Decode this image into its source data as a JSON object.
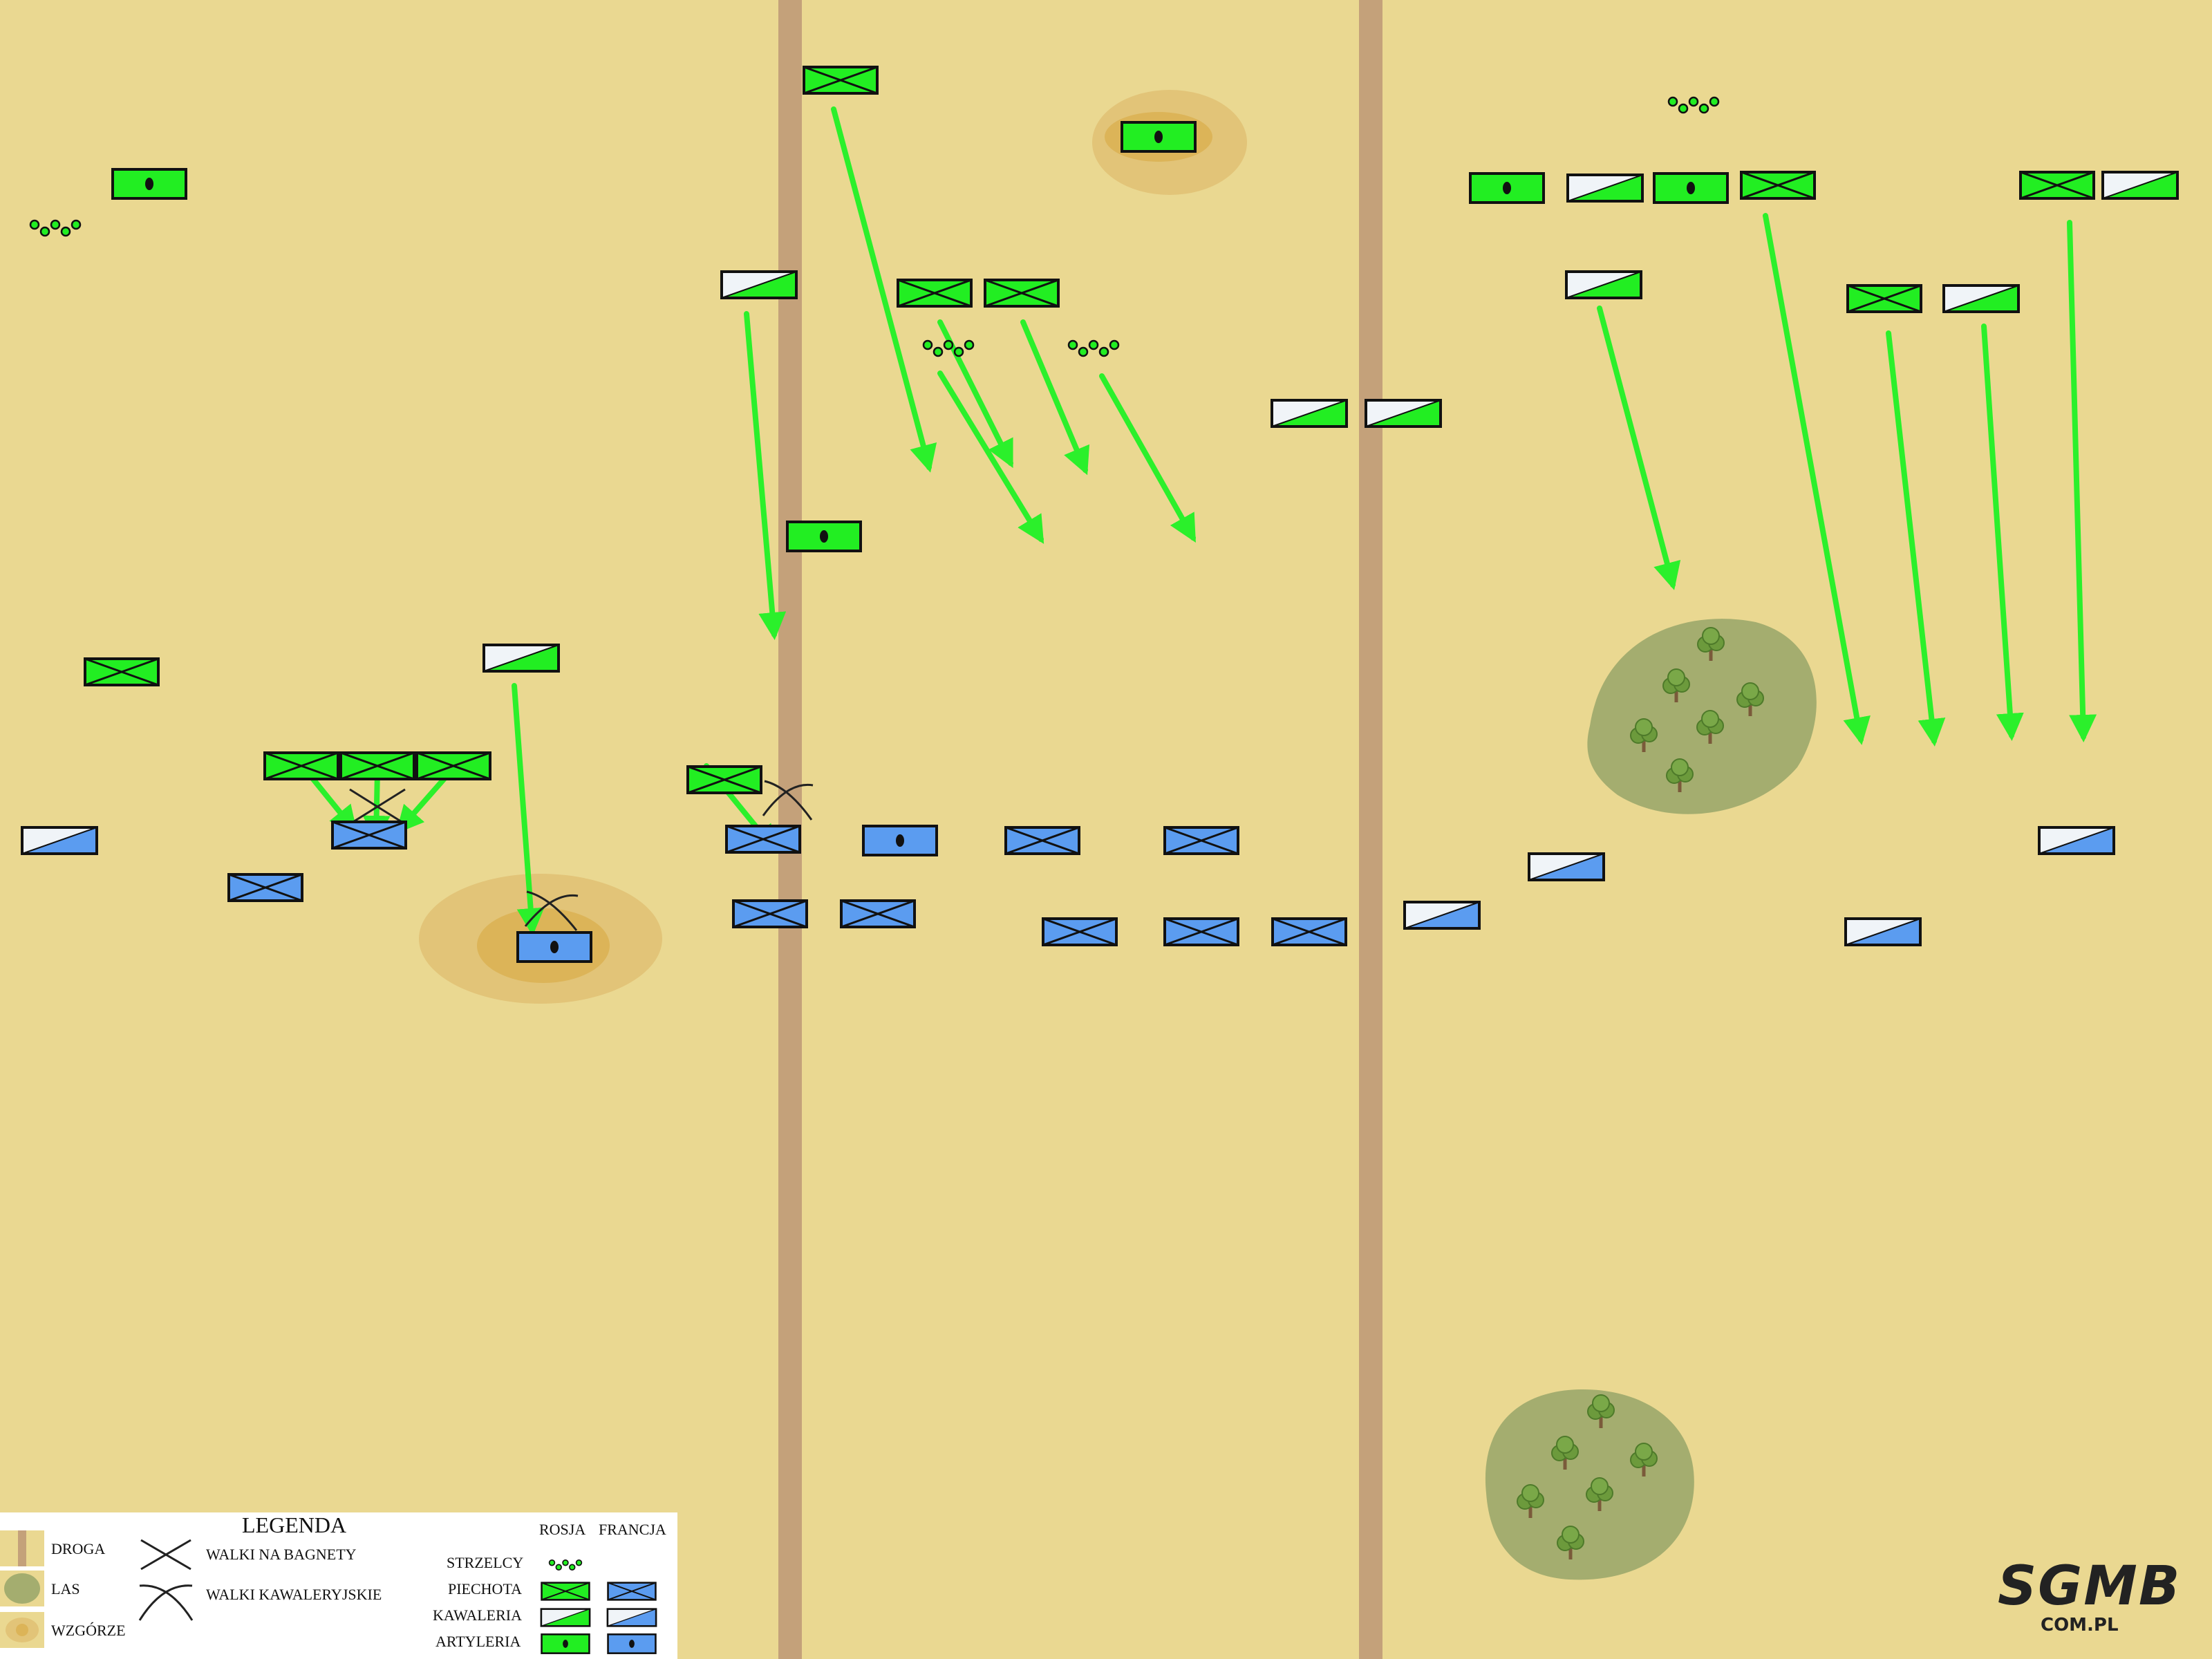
{
  "colors": {
    "background": "#ead891",
    "road": "#c4a17a",
    "russia": "#22ee22",
    "france": "#5b9cf0",
    "forest": "#a4ad6f",
    "hill_outer": "#e2c478",
    "hill_inner": "#dcb458",
    "arrow": "#2bf02b"
  },
  "legend": {
    "title": "LEGENDA",
    "road": "DROGA",
    "forest": "LAS",
    "hill": "WZGÓRZE",
    "bayonet": "WALKI NA BAGNETY",
    "cavalry_fight": "WALKI KAWALERYJSKIE",
    "col_russia": "ROSJA",
    "col_france": "FRANCJA",
    "skirmishers": "STRZELCY",
    "infantry": "PIECHOTA",
    "cavalry": "KAWALERIA",
    "artillery": "ARTYLERIA"
  },
  "logo": {
    "main": "SGMB",
    "sub": "COM.PL"
  },
  "units": [
    {
      "side": "russia",
      "type": "infantry"
    },
    {
      "side": "russia",
      "type": "artillery"
    },
    {
      "side": "russia",
      "type": "artillery"
    },
    {
      "side": "russia",
      "type": "skirmishers"
    },
    {
      "side": "russia",
      "type": "cavalry"
    },
    {
      "side": "russia",
      "type": "infantry"
    },
    {
      "side": "russia",
      "type": "infantry"
    },
    {
      "side": "russia",
      "type": "skirmishers"
    },
    {
      "side": "russia",
      "type": "skirmishers"
    },
    {
      "side": "russia",
      "type": "artillery"
    },
    {
      "side": "russia",
      "type": "infantry"
    },
    {
      "side": "russia",
      "type": "cavalry"
    },
    {
      "side": "russia",
      "type": "infantry"
    },
    {
      "side": "russia",
      "type": "infantry"
    },
    {
      "side": "russia",
      "type": "infantry"
    },
    {
      "side": "russia",
      "type": "cavalry"
    },
    {
      "side": "russia",
      "type": "cavalry"
    },
    {
      "side": "russia",
      "type": "cavalry"
    },
    {
      "side": "russia",
      "type": "skirmishers"
    },
    {
      "side": "russia",
      "type": "artillery"
    },
    {
      "side": "russia",
      "type": "cavalry"
    },
    {
      "side": "russia",
      "type": "artillery"
    },
    {
      "side": "russia",
      "type": "infantry"
    },
    {
      "side": "russia",
      "type": "infantry"
    },
    {
      "side": "russia",
      "type": "cavalry"
    },
    {
      "side": "russia",
      "type": "cavalry"
    },
    {
      "side": "russia",
      "type": "infantry"
    },
    {
      "side": "russia",
      "type": "infantry"
    },
    {
      "side": "france",
      "type": "cavalry"
    },
    {
      "side": "france",
      "type": "infantry"
    },
    {
      "side": "france",
      "type": "infantry"
    },
    {
      "side": "france",
      "type": "artillery"
    },
    {
      "side": "france",
      "type": "infantry"
    },
    {
      "side": "france",
      "type": "artillery"
    },
    {
      "side": "france",
      "type": "infantry"
    },
    {
      "side": "france",
      "type": "infantry"
    },
    {
      "side": "france",
      "type": "infantry"
    },
    {
      "side": "france",
      "type": "infantry"
    },
    {
      "side": "france",
      "type": "infantry"
    },
    {
      "side": "france",
      "type": "infantry"
    },
    {
      "side": "france",
      "type": "infantry"
    },
    {
      "side": "france",
      "type": "cavalry"
    },
    {
      "side": "france",
      "type": "cavalry"
    },
    {
      "side": "france",
      "type": "cavalry"
    },
    {
      "side": "france",
      "type": "cavalry"
    }
  ]
}
